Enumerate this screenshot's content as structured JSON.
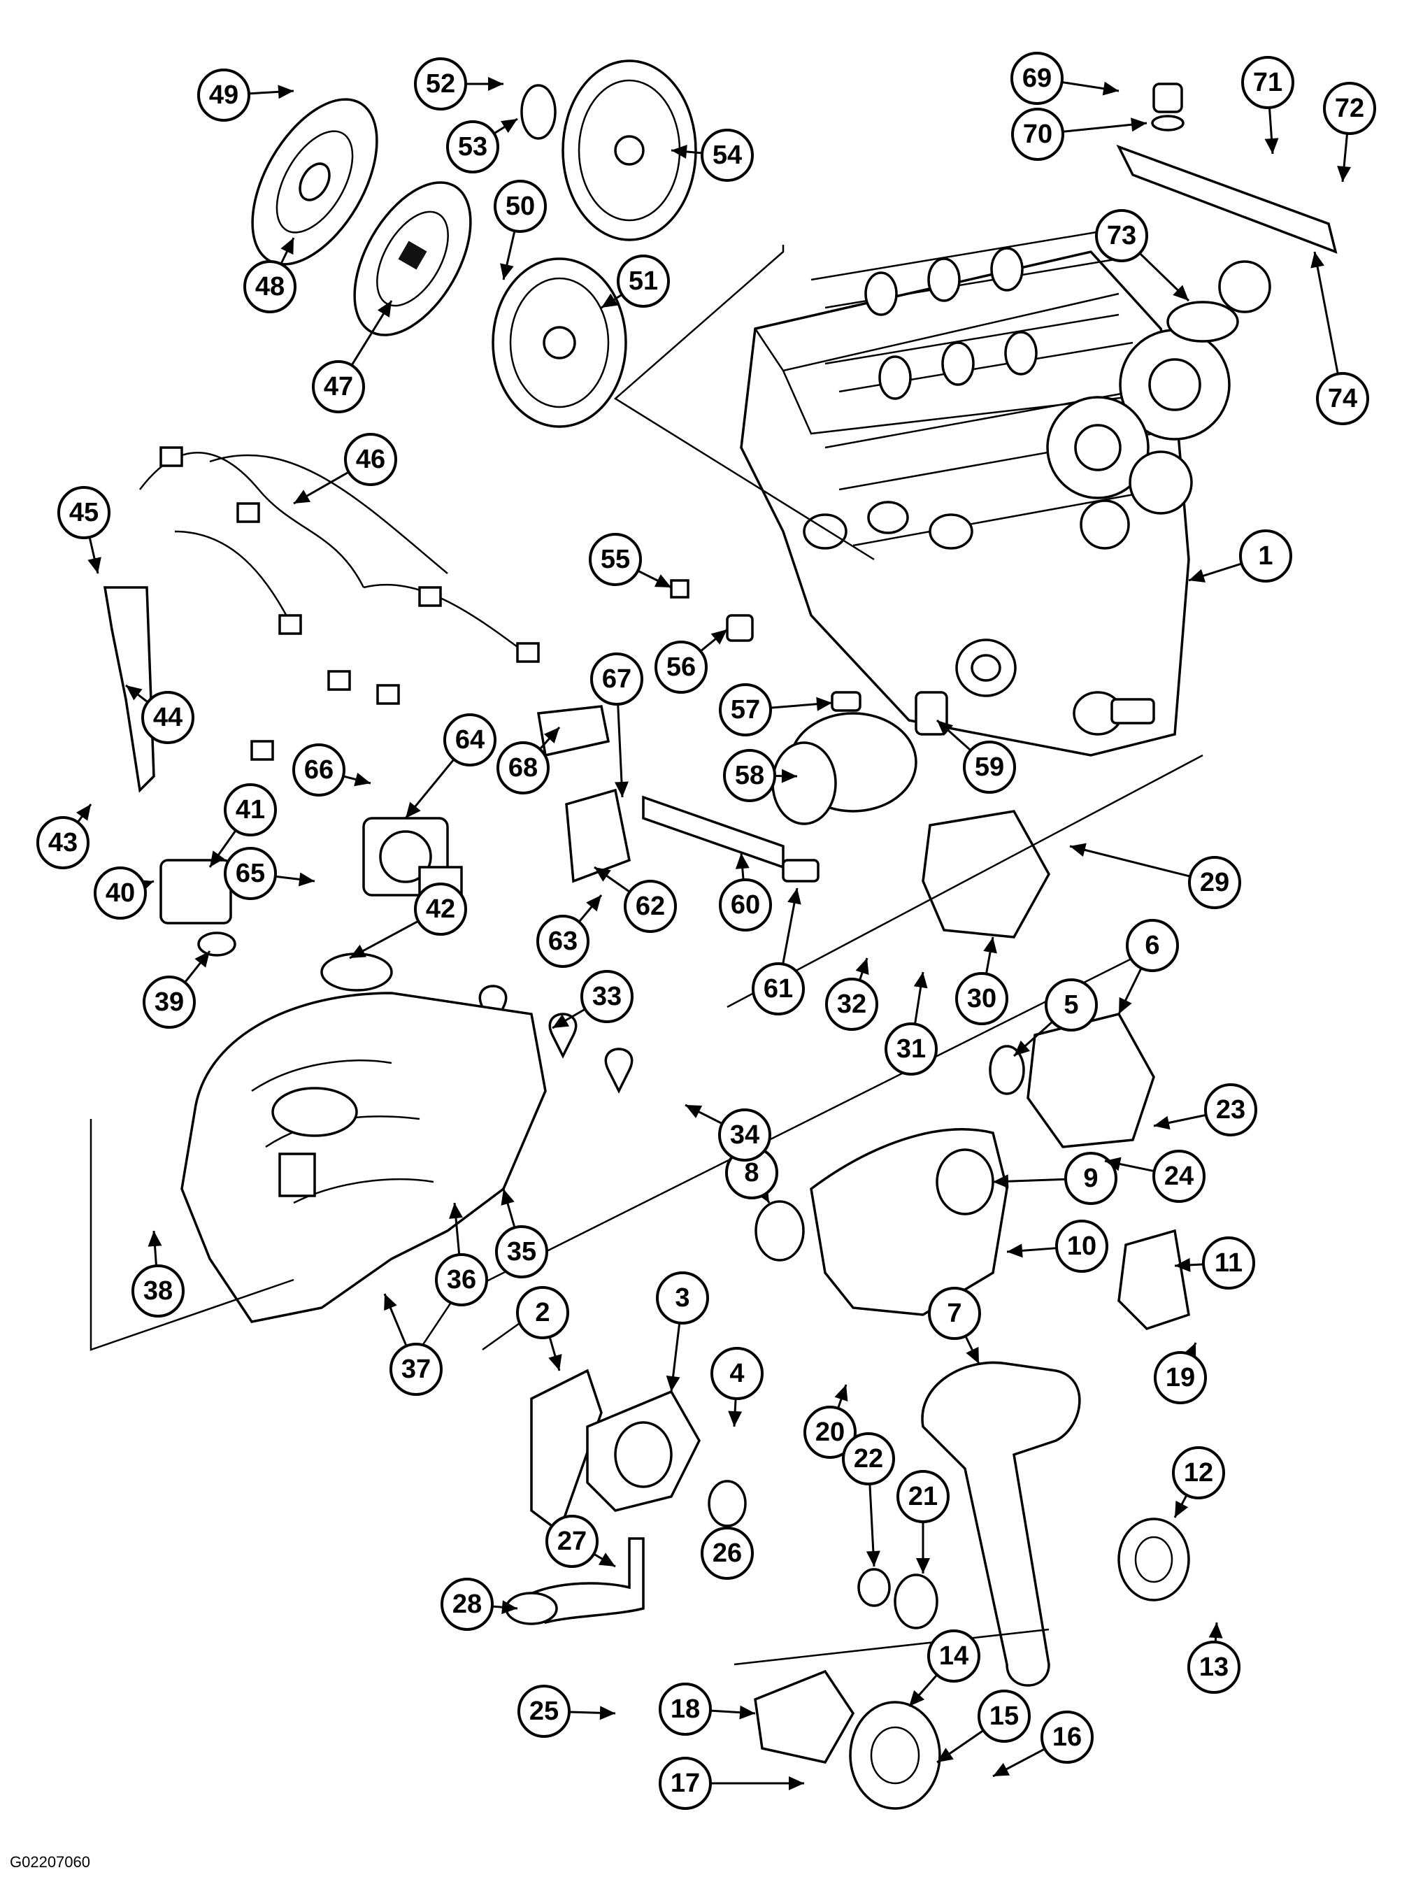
{
  "figure_id": "G02207060",
  "callouts": [
    "1",
    "2",
    "3",
    "4",
    "5",
    "6",
    "7",
    "8",
    "9",
    "10",
    "11",
    "12",
    "13",
    "14",
    "15",
    "16",
    "17",
    "18",
    "19",
    "20",
    "21",
    "22",
    "23",
    "24",
    "25",
    "26",
    "27",
    "28",
    "29",
    "30",
    "31",
    "32",
    "33",
    "34",
    "35",
    "36",
    "37",
    "38",
    "39",
    "40",
    "41",
    "42",
    "43",
    "44",
    "45",
    "46",
    "47",
    "48",
    "49",
    "50",
    "51",
    "52",
    "53",
    "54",
    "55",
    "56",
    "57",
    "58",
    "59",
    "60",
    "61",
    "62",
    "63",
    "64",
    "65",
    "66",
    "67",
    "68",
    "69",
    "70",
    "71",
    "72",
    "73",
    "74"
  ],
  "colors": {
    "ink": "#000000",
    "paper": "#ffffff"
  }
}
